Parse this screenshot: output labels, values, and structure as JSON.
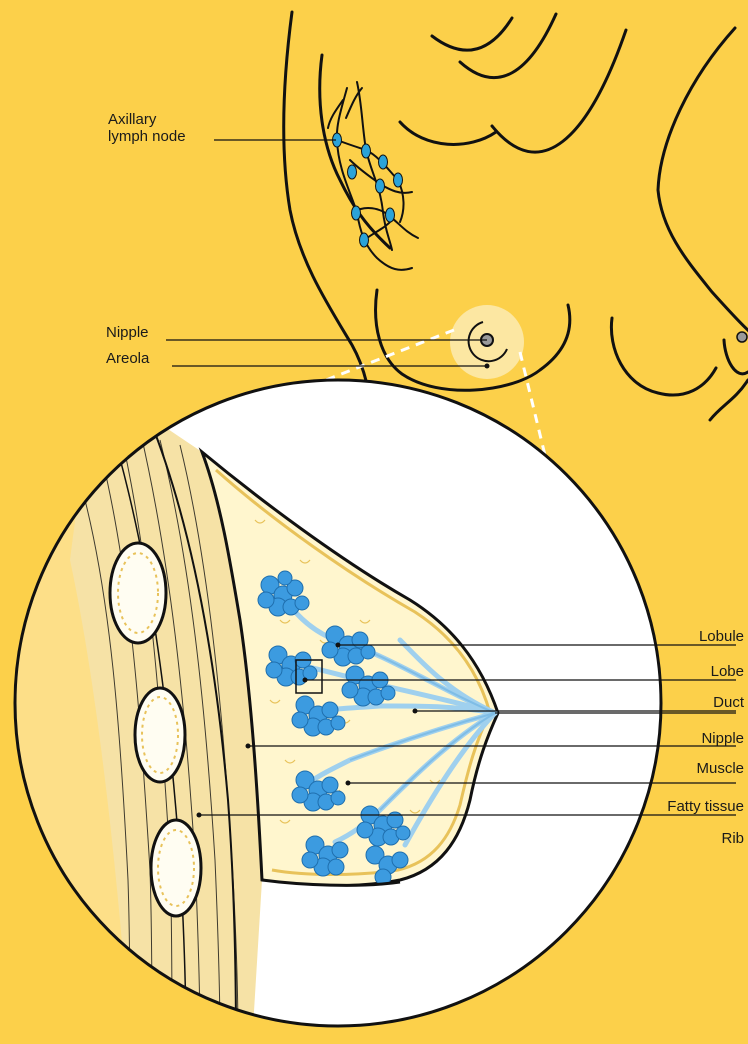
{
  "colors": {
    "background": "#FCD04A",
    "outline": "#111111",
    "lymph_node": "#2BA3D8",
    "lobule": "#3C9BE0",
    "duct": "#9FD0EE",
    "fat": "#FFF6CE",
    "muscle": "#F6E2A6",
    "rib_core": "#FFFDF2",
    "dashed": "#FFFFFF"
  },
  "labels": {
    "axillary_lymph_node": "Axillary\nlymph node",
    "nipple_top": "Nipple",
    "areola": "Areola",
    "lobule": "Lobule",
    "lobe": "Lobe",
    "duct": "Duct",
    "nipple": "Nipple",
    "muscle": "Muscle",
    "fatty_tissue": "Fatty tissue",
    "rib": "Rib"
  }
}
